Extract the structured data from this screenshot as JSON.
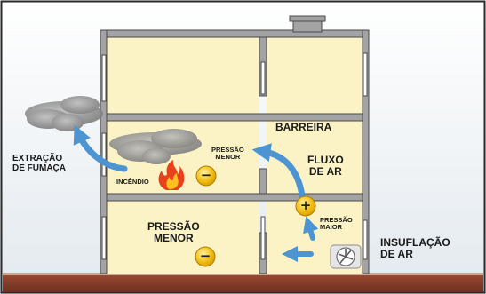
{
  "labels": {
    "smoke_extraction": [
      "EXTRAÇÃO",
      "DE FUMAÇA"
    ],
    "barrier": "BARREIRA",
    "lower_pressure_small": [
      "PRESSÃO",
      "MENOR"
    ],
    "air_flow": [
      "FLUXO",
      "DE AR"
    ],
    "fire": "INCÊNDIO",
    "higher_pressure": [
      "PRESSÃO",
      "MAIOR"
    ],
    "lower_pressure_large": [
      "PRESSÃO",
      "MENOR"
    ],
    "air_insufflation": [
      "INSUFLAÇÃO",
      "DE AR"
    ]
  },
  "signs": {
    "minus": "−",
    "plus": "+"
  },
  "colors": {
    "sky": "#e8eef2",
    "wall": "#9a9a9a",
    "wall_edge": "#555555",
    "room_fill": "#fbf3c6",
    "ground": "#8a3f2c",
    "arrow": "#4d95d2",
    "smoke": "#8d8d8d",
    "badge": "#f6c21a"
  }
}
